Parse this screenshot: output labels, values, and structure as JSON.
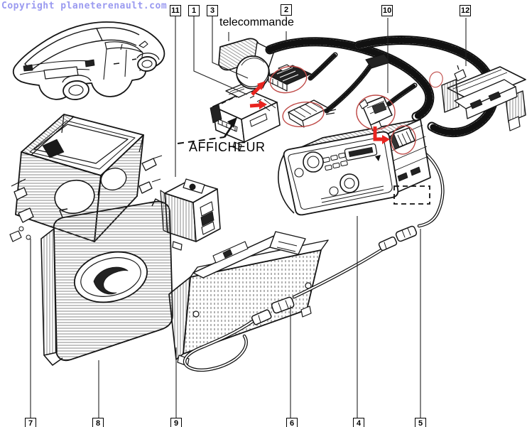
{
  "copyright": "Copyright planeterenault.com",
  "labels": {
    "telecommande": "telecommande",
    "afficheur": "AFFICHEUR"
  },
  "callouts": {
    "top": [
      {
        "label": "11"
      },
      {
        "label": "1"
      },
      {
        "label": "3"
      },
      {
        "label": "2"
      },
      {
        "label": "10"
      },
      {
        "label": "12"
      }
    ],
    "bottom": [
      {
        "label": "7"
      },
      {
        "label": "8"
      },
      {
        "label": "9"
      },
      {
        "label": "6"
      },
      {
        "label": "4"
      },
      {
        "label": "5"
      }
    ]
  },
  "colors": {
    "highlight_arrow": "#e8241f",
    "highlight_ellipse": "#bf4a47",
    "copyright_text": "#9a9af0",
    "ink": "#111111",
    "background": "#ffffff"
  }
}
